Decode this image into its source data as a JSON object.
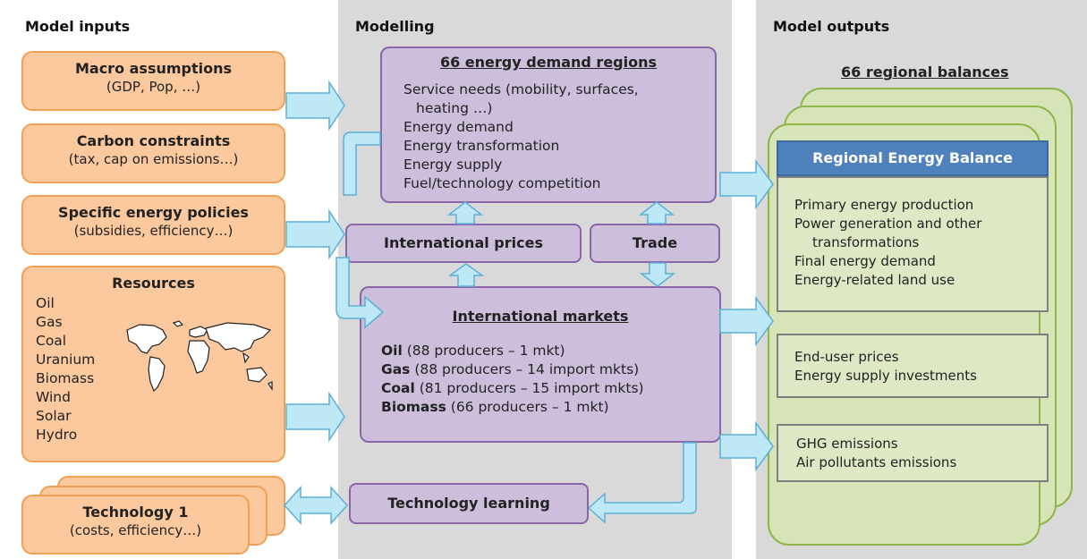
{
  "columns": {
    "inputs": "Model inputs",
    "modelling": "Modelling",
    "outputs": "Model outputs"
  },
  "inputs": {
    "macro": {
      "title": "Macro assumptions",
      "sub": "(GDP, Pop, …)"
    },
    "carbon": {
      "title": "Carbon constraints",
      "sub": "(tax, cap on emissions…)"
    },
    "policies": {
      "title": "Specific energy policies",
      "sub": "(subsidies, efficiency…)"
    },
    "resources": {
      "title": "Resources",
      "items": [
        "Oil",
        "Gas",
        "Coal",
        "Uranium",
        "Biomass",
        "Wind",
        "Solar",
        "Hydro"
      ]
    },
    "technology": {
      "title": "Technology 1",
      "sub": "(costs, efficiency…)"
    }
  },
  "modelling": {
    "demand_regions": {
      "title": "66 energy demand regions",
      "lines": [
        "Service needs (mobility, surfaces,",
        "heating …)",
        "Energy demand",
        "Energy transformation",
        "Energy supply",
        "Fuel/technology competition"
      ]
    },
    "intl_prices": "International prices",
    "trade": "Trade",
    "markets": {
      "title": "International markets",
      "rows": [
        {
          "bold": "Oil",
          "rest": " (88 producers – 1 mkt)"
        },
        {
          "bold": "Gas",
          "rest": " (88 producers – 14 import mkts)"
        },
        {
          "bold": "Coal",
          "rest": " (81 producers – 15 import mkts)"
        },
        {
          "bold": "Biomass",
          "rest": " (66 producers – 1 mkt)"
        }
      ]
    },
    "tech_learning": "Technology learning"
  },
  "outputs": {
    "balances_title": "66 regional balances",
    "header": "Regional Energy Balance",
    "group1": [
      "Primary energy production",
      "Power generation and other",
      "transformations",
      "Final energy demand",
      "Energy-related land use"
    ],
    "group2": [
      "End-user prices",
      "Energy supply investments"
    ],
    "group3": [
      "GHG emissions",
      "Air pollutants emissions"
    ]
  },
  "colors": {
    "input_fill": "#fcc99e",
    "input_border": "#f0a055",
    "model_fill": "#cdbfdb",
    "model_border": "#8a65a8",
    "output_fill": "#d7e4b8",
    "output_border": "#8db646",
    "header_fill": "#4f81bd",
    "arrow_fill": "#bfe8f7",
    "arrow_border": "#5bb0d8"
  }
}
